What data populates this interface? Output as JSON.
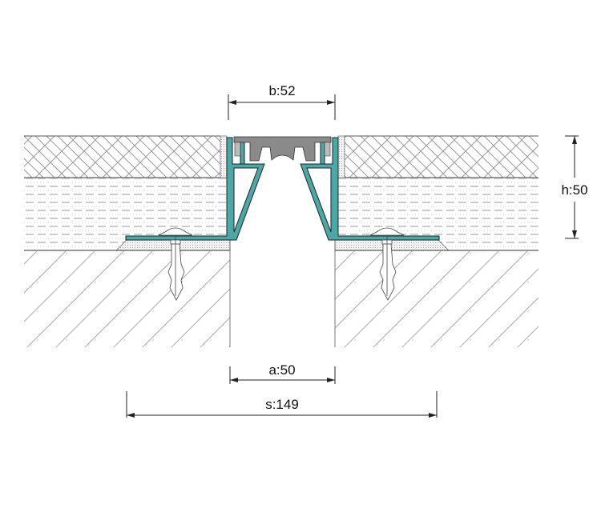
{
  "dimensions": {
    "b": "b:52",
    "h": "h:50",
    "a": "a:50",
    "s": "s:149"
  },
  "colors": {
    "profile": "#4aa8a6",
    "insert": "#8a8a8a",
    "line": "#222222",
    "hatch": "#888888"
  }
}
